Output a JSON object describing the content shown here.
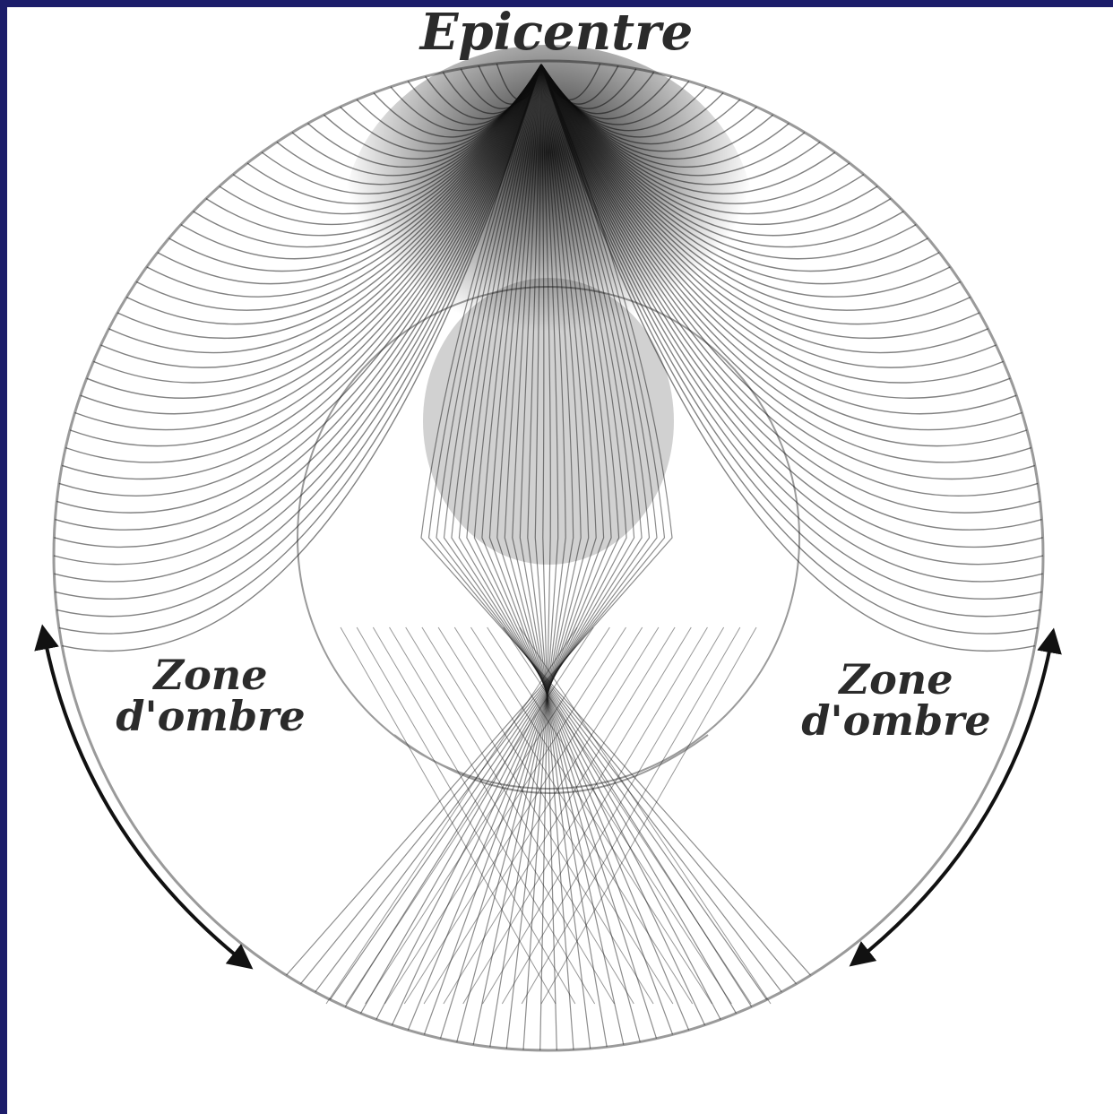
{
  "title": "Epicentre",
  "shadow_zone_left": {
    "line1": "Zone",
    "line2": "d'ombre"
  },
  "shadow_zone_right": {
    "line1": "Zone",
    "line2": "d'ombre"
  },
  "colors": {
    "ink": "#1a1a1a",
    "outline": "#9a9a9a",
    "frame": "#1c1d6a"
  }
}
